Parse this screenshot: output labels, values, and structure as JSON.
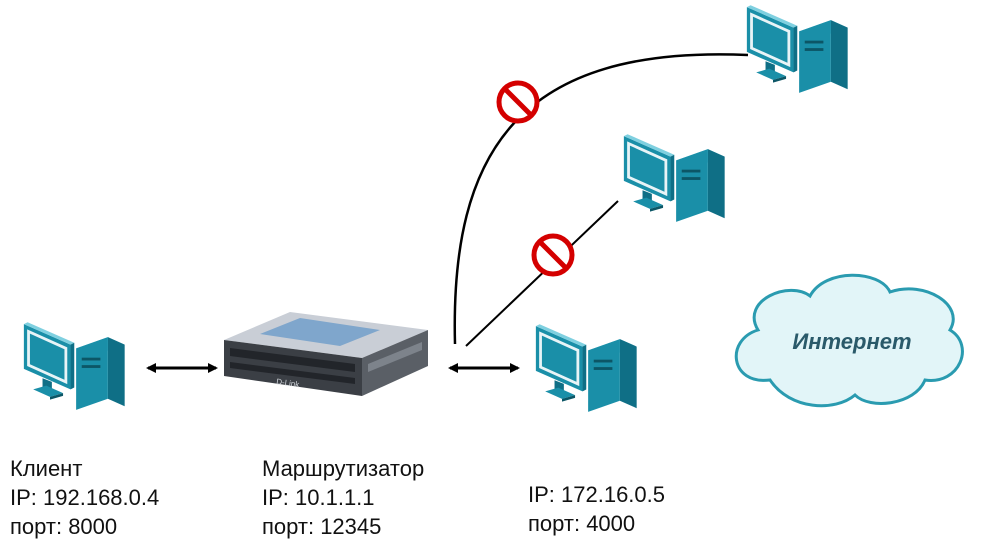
{
  "nodes": {
    "client": {
      "name": "Клиент",
      "ip": "IP: 192.168.0.4",
      "port": "порт: 8000"
    },
    "router": {
      "name": "Маршрутизатор",
      "ip": "IP: 10.1.1.1",
      "port": "порт: 12345"
    },
    "server": {
      "ip": "IP: 172.16.0.5",
      "port": "порт: 4000"
    }
  },
  "cloud": {
    "label": "Интернет"
  },
  "router_device": {
    "brand": "D-Link"
  },
  "colors": {
    "monitor": "#1a8fa8",
    "monitor_dark": "#0f6f86",
    "screen_frame": "#e8f4f7",
    "blocked": "#d40000",
    "cloud_fill": "#e2f5f8",
    "cloud_stroke": "#2a9bb0",
    "cloud_text": "#2a5a6a",
    "connection": "#000000"
  },
  "icons": [
    "computer-icon",
    "router-icon",
    "blocked-icon",
    "cloud-icon",
    "double-arrow-icon"
  ]
}
